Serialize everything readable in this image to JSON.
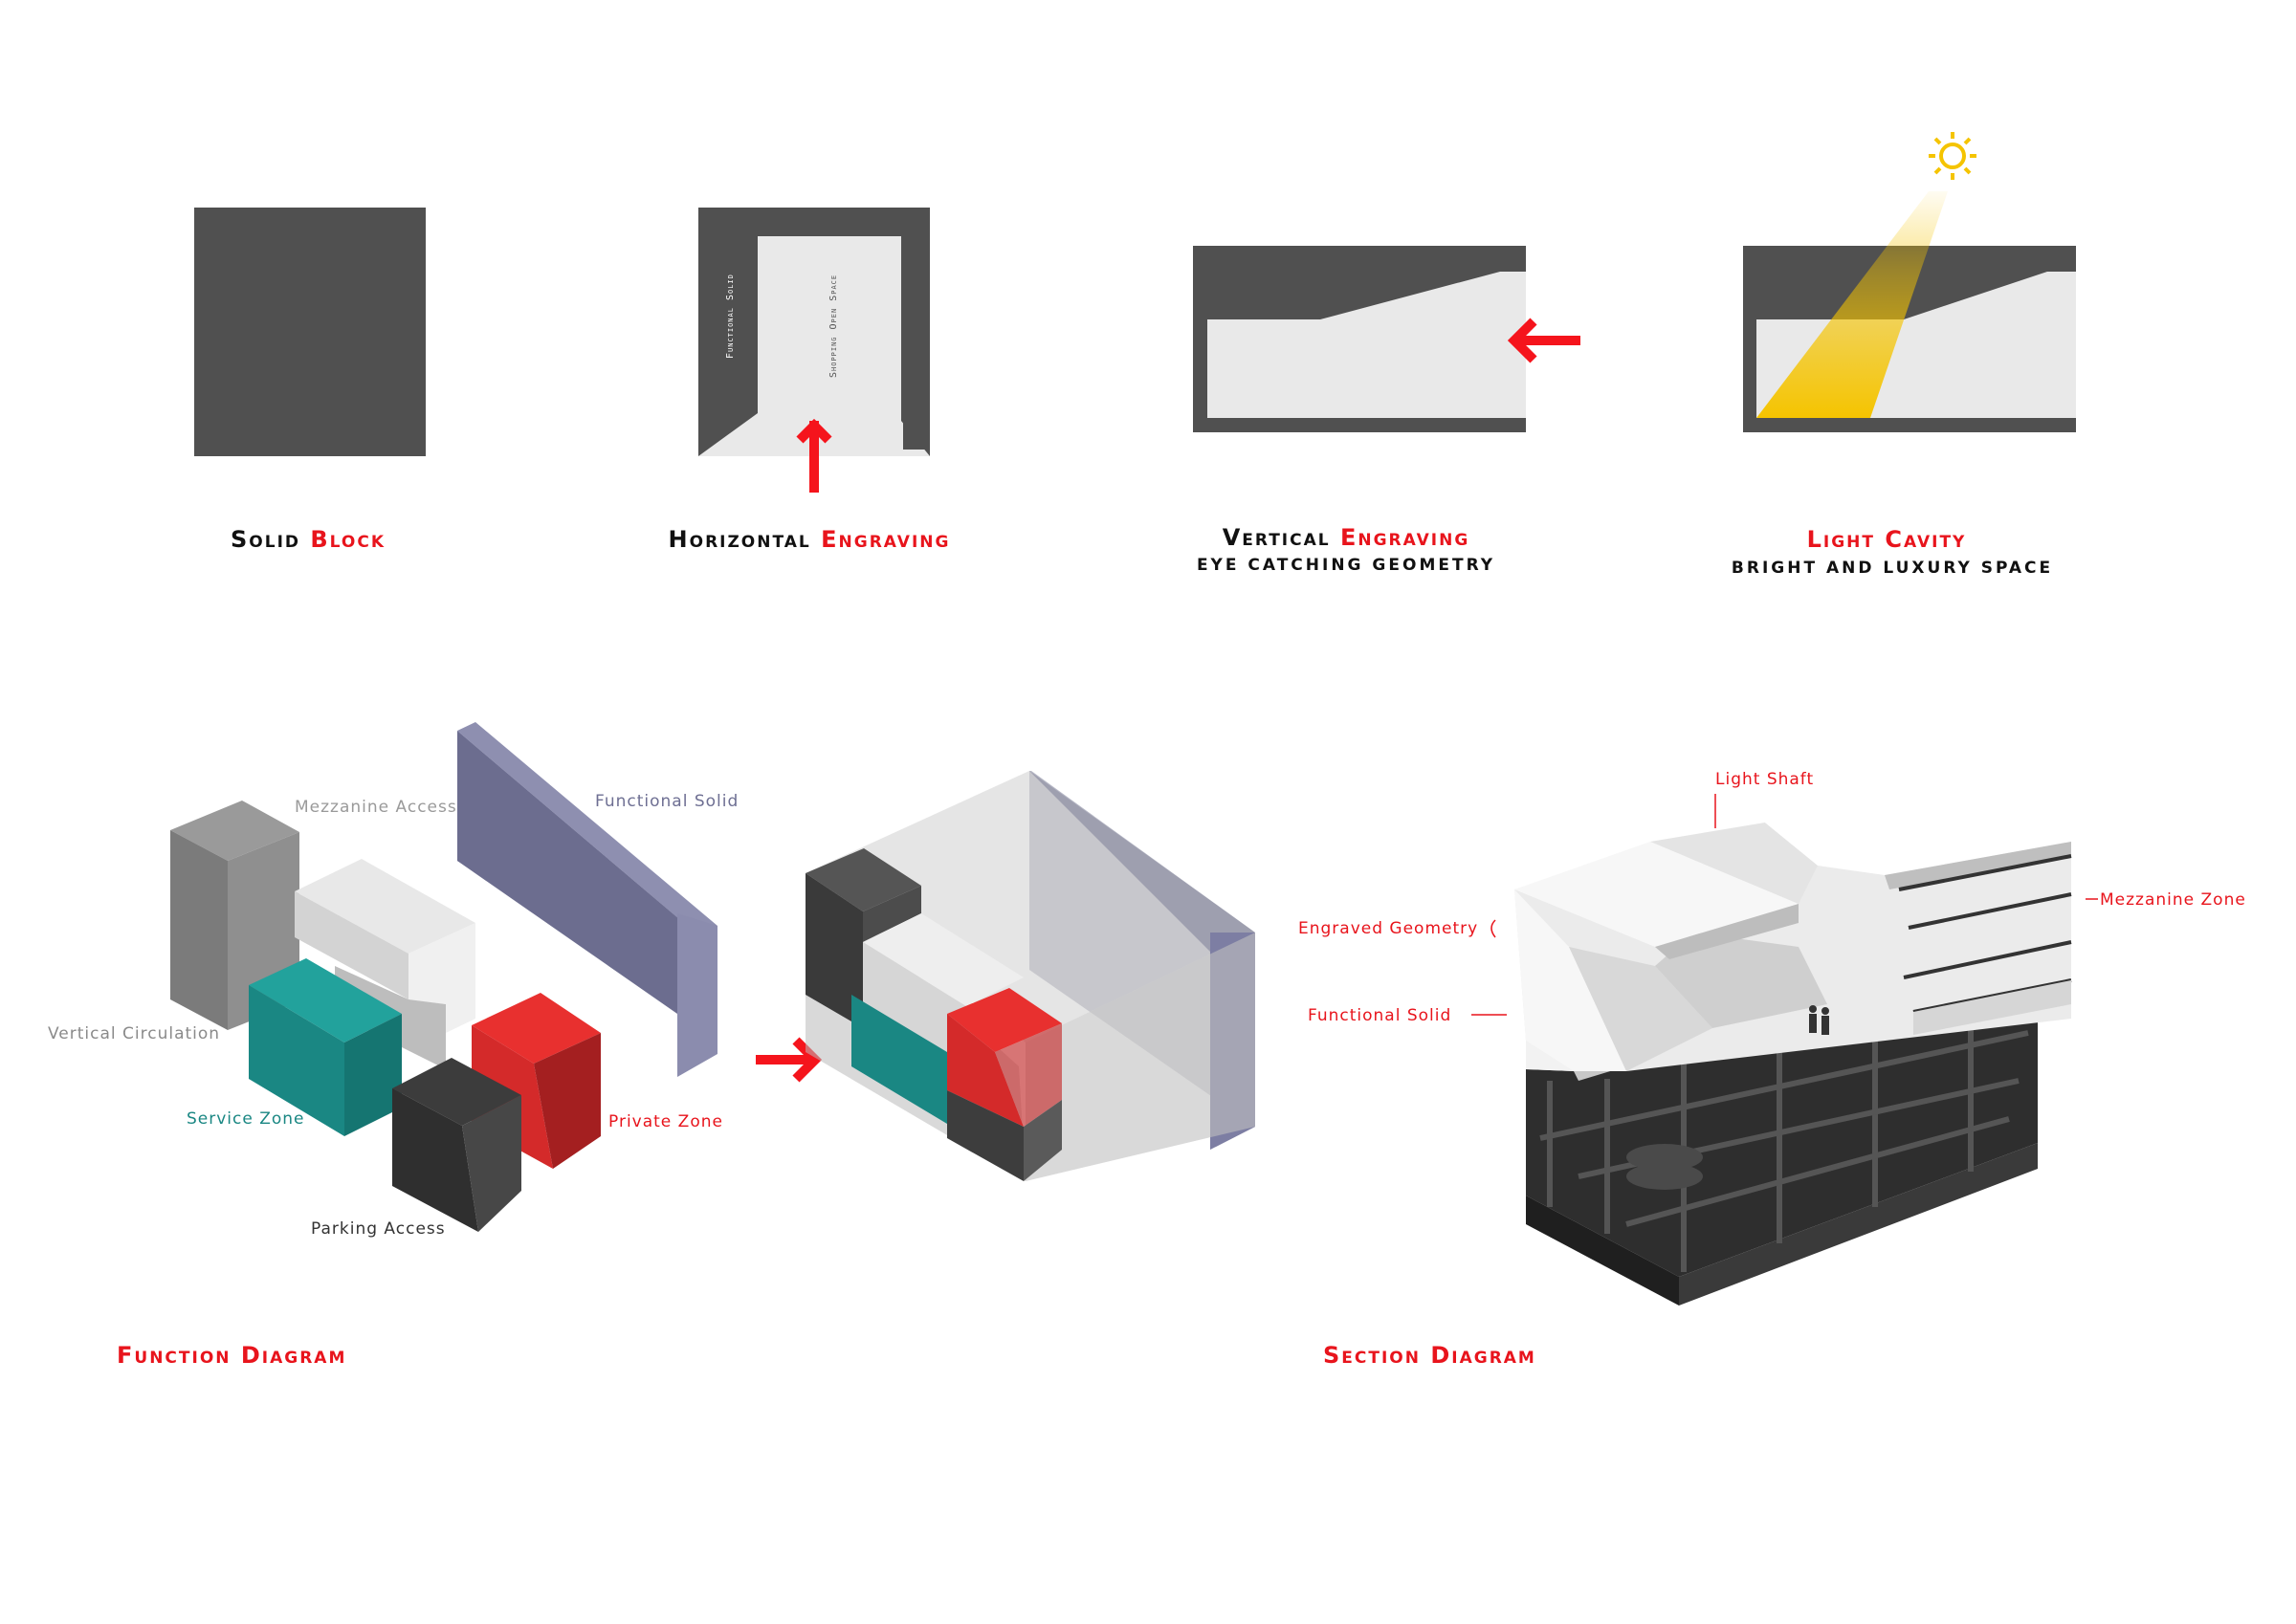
{
  "colors": {
    "accent": "#e8141c",
    "dark": "#505050",
    "light": "#e9e9e9",
    "teal": "#1a8783",
    "purple": "#6e6f93",
    "sun": "#f5c400",
    "label_grey": "#8a8a8a"
  },
  "top_row": {
    "solid_block": {
      "title_a": "Solid ",
      "title_b": "Block"
    },
    "horizontal": {
      "title_a": "Horizontal ",
      "title_b": "Engraving",
      "inner_left": "Functional Solid",
      "inner_right": "Shopping Open Space"
    },
    "vertical": {
      "title_a": "Vertical ",
      "title_b": "Engraving",
      "subtitle": "eye catching geometry"
    },
    "light_cavity": {
      "title": "Light Cavity",
      "subtitle": "bright and luxury space"
    }
  },
  "function_diagram": {
    "title": "Function Diagram",
    "labels": {
      "mezzanine_access": "Mezzanine Access",
      "functional_solid": "Functional Solid",
      "vertical_circulation": "Vertical Circulation",
      "service_zone": "Service Zone",
      "private_zone": "Private Zone",
      "parking_access": "Parking Access"
    }
  },
  "section_diagram": {
    "title": "Section Diagram",
    "labels": {
      "light_shaft": "Light Shaft",
      "mezzanine_zone": "Mezzanine Zone",
      "engraved_geometry": "Engraved Geometry",
      "functional_solid": "Functional  Solid"
    }
  }
}
